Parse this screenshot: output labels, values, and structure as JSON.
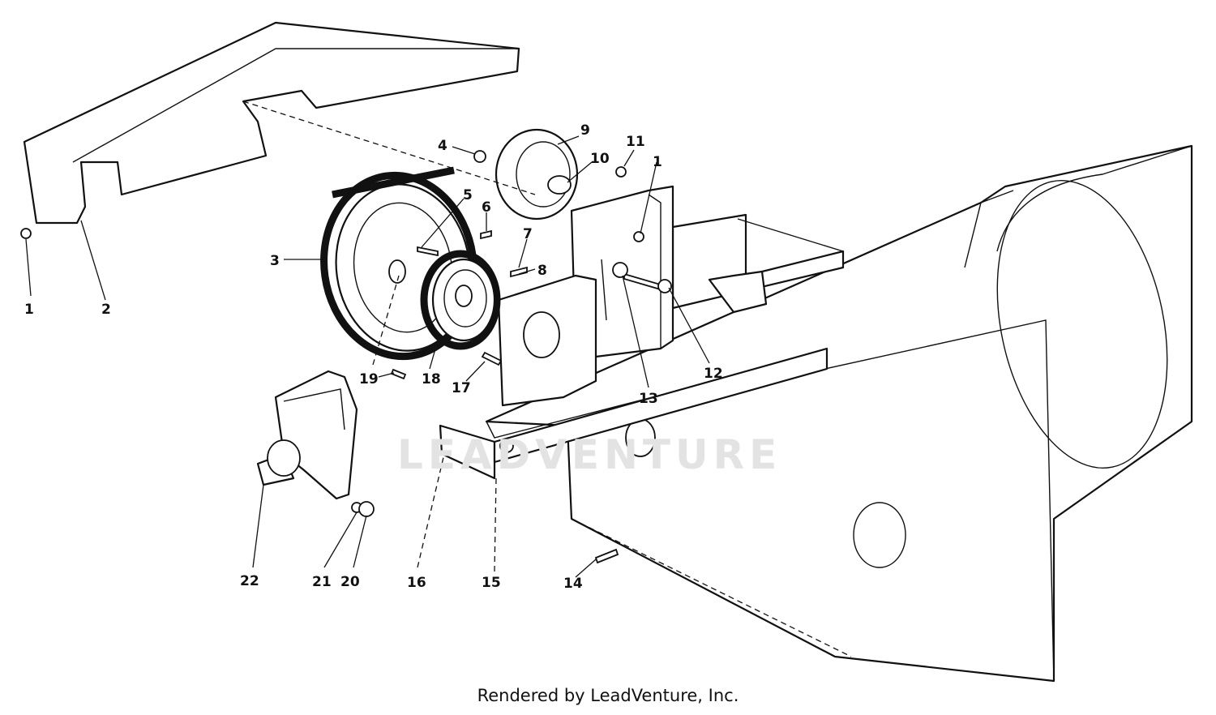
{
  "watermark": "LEADVENTURE",
  "credit": "Rendered by LeadVenture, Inc.",
  "callouts": {
    "c1a": "1",
    "c2": "2",
    "c3": "3",
    "c4": "4",
    "c5": "5",
    "c6": "6",
    "c7": "7",
    "c8": "8",
    "c9": "9",
    "c10": "10",
    "c11": "11",
    "c1b": "1",
    "c12": "12",
    "c13": "13",
    "c14": "14",
    "c15": "15",
    "c16": "16",
    "c17": "17",
    "c18": "18",
    "c19": "19",
    "c20": "20",
    "c21": "21",
    "c22": "22"
  }
}
